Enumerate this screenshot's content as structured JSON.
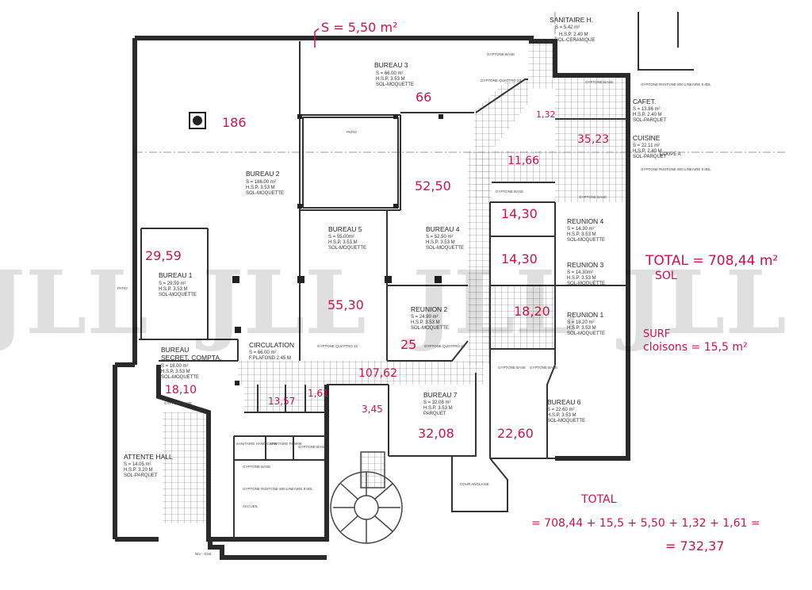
{
  "rooms": [
    {
      "id": "bureau3",
      "name": "BUREAU 3",
      "lines": [
        "S = 66.00 m²",
        "H.S.P. 3.53 M",
        "SOL-MOQUETTE"
      ]
    },
    {
      "id": "bureau2",
      "name": "BUREAU 2",
      "lines": [
        "S = 186.00 m²",
        "H.S.P. 3.53 M",
        "SOL-MOQUETTE"
      ]
    },
    {
      "id": "bureau1",
      "name": "BUREAU 1",
      "lines": [
        "S = 29.59 m²",
        "H.S.P. 3.53 M",
        "SOL-MOQUETTE"
      ]
    },
    {
      "id": "bureau5",
      "name": "BUREAU 5",
      "lines": [
        "S = 55.00m²",
        "H.S.P. 3.53 M",
        "SOL-MOQUETTE"
      ]
    },
    {
      "id": "bureau4",
      "name": "BUREAU 4",
      "lines": [
        "S = 52.50 m²",
        "H.S.P. 3.53 M",
        "SOL-MOQUETTE"
      ]
    },
    {
      "id": "reunion2",
      "name": "REUNION 2",
      "lines": [
        "S = 24.90 m²",
        "H.S.P. 3.53 M",
        "SOL-MOQUETTE"
      ]
    },
    {
      "id": "circulation",
      "name": "CIRCULATION",
      "lines": [
        "S = 66.00 m²",
        "F.PLAFOND 2.45 M"
      ]
    },
    {
      "id": "secret",
      "name": "BUREAU",
      "name2": "SECRET. COMPTA.",
      "lines": [
        "S = 18.00 m²",
        "H.S.P. 3.53 M",
        "SOL-MOQUETTE"
      ]
    },
    {
      "id": "reunion4",
      "name": "REUNION 4",
      "lines": [
        "S = 14.30 m²",
        "H.S.P. 3.53 M",
        "SOL-MOQUETTE"
      ]
    },
    {
      "id": "reunion3",
      "name": "REUNION 3",
      "lines": [
        "S = 14.30m²",
        "H.S.P. 3.53 M",
        "SOL-MOQUETTE"
      ]
    },
    {
      "id": "reunion1",
      "name": "REUNION 1",
      "lines": [
        "S = 18.20 m²",
        "H.S.P. 3.53 M",
        "SOL-MOQUETTE"
      ]
    },
    {
      "id": "bureau7",
      "name": "BUREAU 7",
      "lines": [
        "S = 32.08 m²",
        "H.S.P. 3.53 M",
        "PARQUET"
      ]
    },
    {
      "id": "bureau6",
      "name": "BUREAU 6",
      "lines": [
        "S = 22.60 m²",
        "H.S.P. 3.53 M",
        "SOL-MOQUETTE"
      ]
    },
    {
      "id": "attente",
      "name": "ATTENTE HALL",
      "lines": [
        "S = 14.05 m²",
        "H.S.P. 3.20 M",
        "SOL-PARQUET"
      ]
    },
    {
      "id": "cafet",
      "name": "CAFET.",
      "lines": [
        "S = 13.86 m²",
        "H.S.P. 2.40 M",
        "SOL-PARQUET"
      ]
    },
    {
      "id": "cuisine",
      "name": "CUISINE",
      "lines": [
        "S = 22.11 m²",
        "H.S.P. 2.40 M",
        "SOL-PARQUET"
      ]
    },
    {
      "id": "sanitaire",
      "name": "SANITAIRE H.",
      "lines": [
        "S = 5.42 m²",
        "H.S.P. 2.40 M",
        "SOL-CERAMIQUE"
      ]
    }
  ],
  "labels": {
    "patio_top": "PATIO",
    "patio_left": "PATIO",
    "coupe": "COUPE A",
    "cour": "COUR ANGLAISE",
    "gyptone": "GYPTONE BASE",
    "gyptone_quattro": "GYPTONE QUATTRO 22",
    "sanit_handi": "SANITAIRE HANDICAPE",
    "sanit_femme": "SANITAIRE FEMME",
    "accueil": "ACCUEIL",
    "rolling": "GYPTONE RIGITONE 800 LINEAIRE 8 8DL",
    "niv": "NIV - 0.55"
  },
  "handwritten": {
    "top_surface": "S = 5,50 m²",
    "b2": "186",
    "b3": "66",
    "b1": "29,59",
    "b5": "55,30",
    "b4": "52,50",
    "r2": "25",
    "circ": "107,62",
    "secret": "18,10",
    "r4": "14,30",
    "r3": "14,30",
    "r1": "18,20",
    "b7": "32,08",
    "b6": "22,60",
    "cuisine": "35,23",
    "sani": "11,66",
    "small1": "1,32",
    "small2": "13,57",
    "small3": "1,61",
    "small4": "3,45",
    "total_sol_1": "TOTAL = 708,44 m²",
    "total_sol_2": "SOL",
    "surf_cloisons_1": "SURF",
    "surf_cloisons_2": "cloisons = 15,5 m²",
    "total_title": "TOTAL",
    "total_formula": "= 708,44 + 15,5 + 5,50 + 1,32 + 1,61 =",
    "total_result": "= 732,37"
  },
  "watermark": "JLL",
  "colors": {
    "ink": "#d0104a",
    "wall": "#2a2a2a",
    "grid": "#555555"
  }
}
